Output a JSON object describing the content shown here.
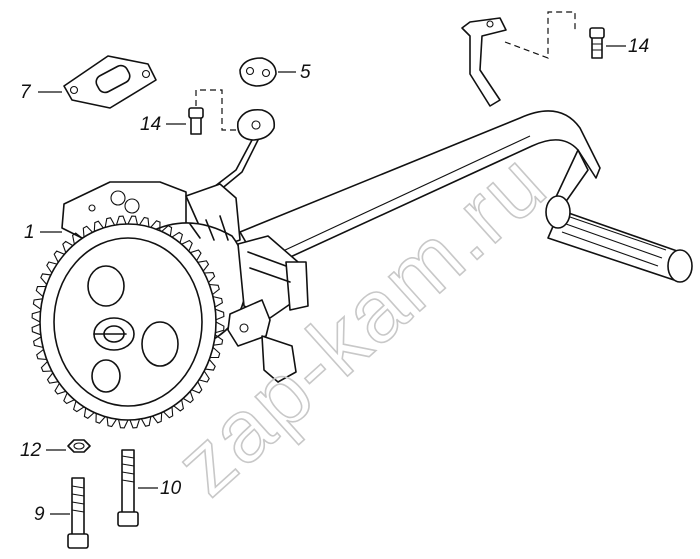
{
  "parts": {
    "p1": "1",
    "p5": "5",
    "p7": "7",
    "p9": "9",
    "p10": "10",
    "p12": "12",
    "p14_top": "14",
    "p14_mid": "14"
  },
  "watermark": "zap-kam.ru"
}
